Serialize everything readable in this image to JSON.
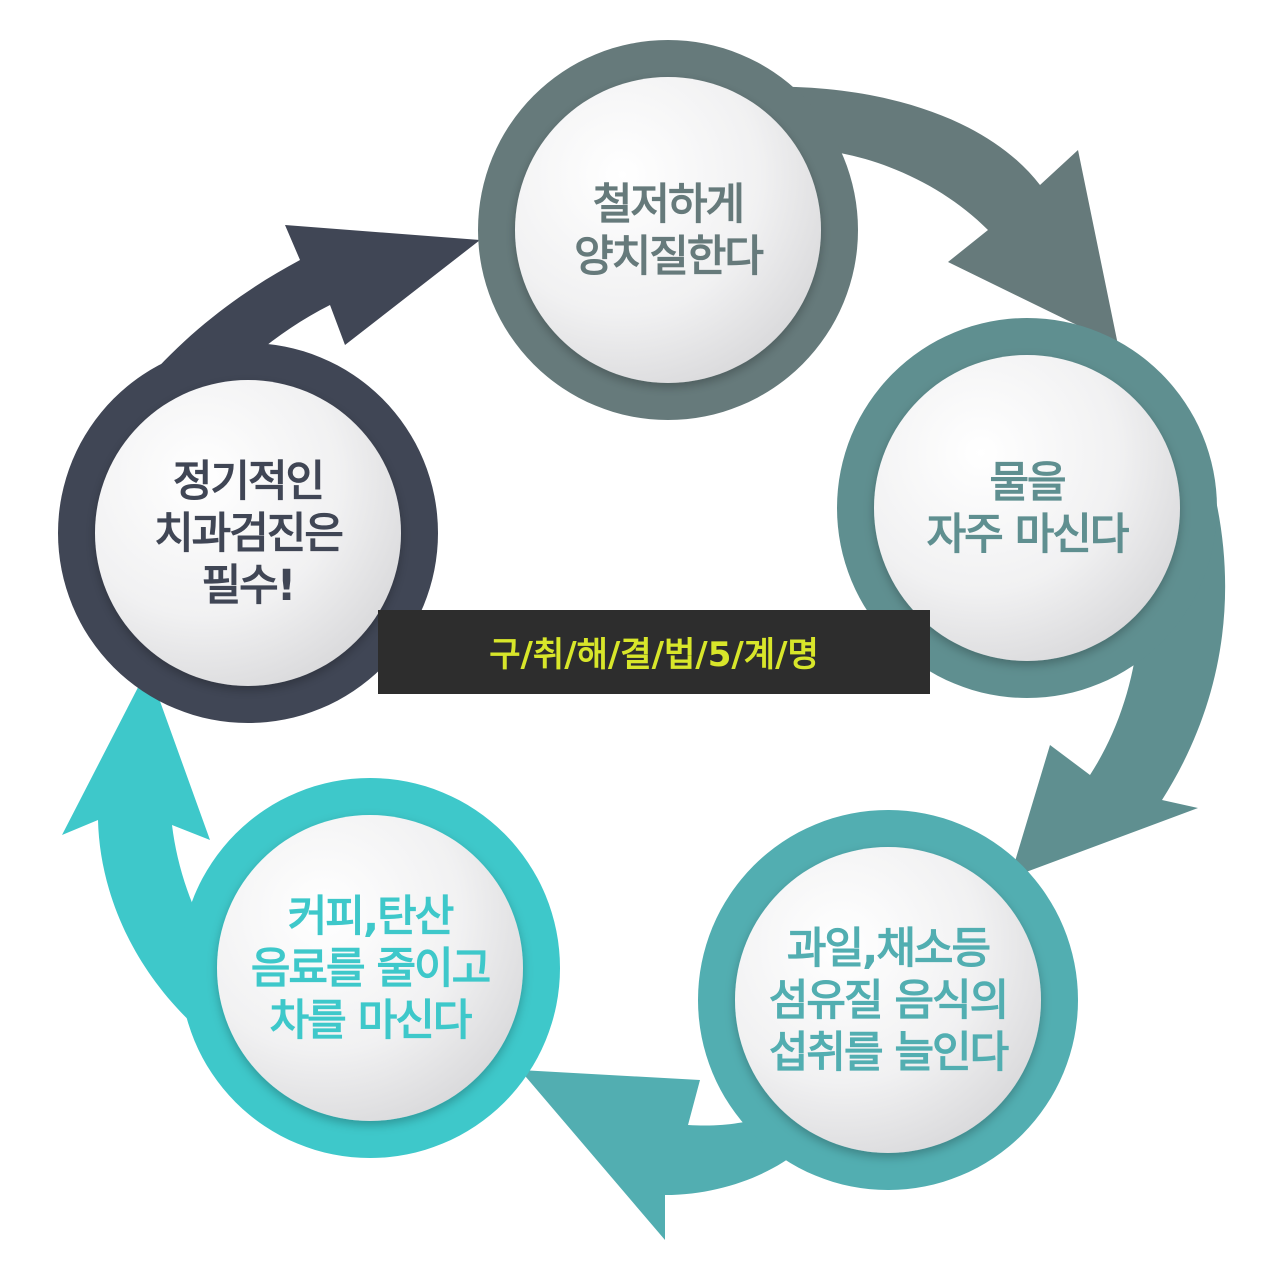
{
  "center_label": "구/취/해/결/법/5/계/명",
  "colors": {
    "step1": "#667a7b",
    "step2": "#5f8f90",
    "step3": "#52aeb1",
    "step4": "#3ec8ca",
    "step5": "#404655",
    "center_bg": "#2d2d2d",
    "center_text": "#d8e62a"
  },
  "steps": [
    {
      "lines": [
        "철저하게",
        "양치질한다"
      ]
    },
    {
      "lines": [
        "물을",
        "자주 마신다"
      ]
    },
    {
      "lines": [
        "과일,채소등",
        "섬유질 음식의",
        "섭취를 늘인다"
      ]
    },
    {
      "lines": [
        "커피,탄산",
        "음료를 줄이고",
        "차를 마신다"
      ]
    },
    {
      "lines": [
        "정기적인",
        "치과검진은",
        "필수!"
      ]
    }
  ]
}
